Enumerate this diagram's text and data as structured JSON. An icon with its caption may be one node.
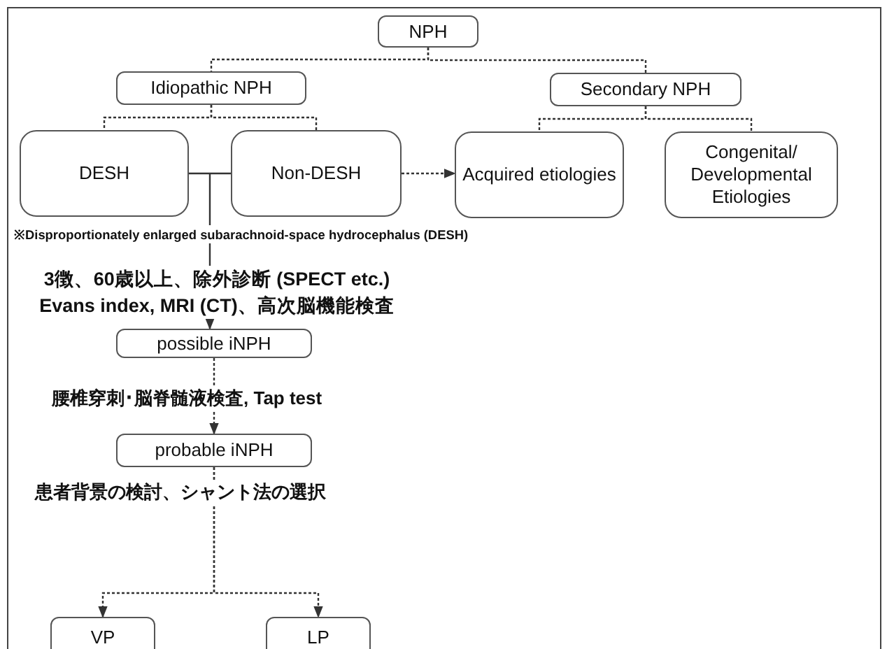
{
  "diagram": {
    "nodes": [
      {
        "text": [
          "NPH"
        ]
      },
      {
        "text": [
          "Idiopathic NPH"
        ]
      },
      {
        "text": [
          "Secondary NPH"
        ]
      },
      {
        "text": [
          "DESH"
        ]
      },
      {
        "text": [
          "Non-DESH"
        ]
      },
      {
        "text": [
          "Acquired etiologies"
        ]
      },
      {
        "text": [
          "Congenital/ Developmental Etiologies"
        ]
      },
      {
        "text": [
          "possible iNPH"
        ],
        "beside": [
          "腰椎穿刺･脳脊髄液検査, Tap test"
        ]
      },
      {
        "text": [
          "probable iNPH"
        ],
        "beside": [
          "患者背景の検討、シャント法の選択"
        ]
      },
      {
        "text": [
          "VP"
        ]
      },
      {
        "text": [
          "LP"
        ]
      }
    ],
    "edges": [
      {
        "from": 0,
        "to": 1,
        "arrow": "none",
        "style": "dashed"
      },
      {
        "from": 0,
        "to": 2,
        "arrow": "none",
        "style": "dashed"
      },
      {
        "from": 1,
        "to": 3,
        "arrow": "none",
        "style": "dashed"
      },
      {
        "from": 1,
        "to": 4,
        "arrow": "none",
        "style": "dashed"
      },
      {
        "from": 2,
        "to": 5,
        "arrow": "none",
        "style": "dashed"
      },
      {
        "from": 2,
        "to": 6,
        "arrow": "none",
        "style": "dashed"
      },
      {
        "from": 4,
        "to": 5,
        "arrow": "to",
        "style": "dashed"
      },
      {
        "from": 3,
        "to": 7,
        "arrow": "to",
        "label": "3徴、60歳以上、除外診断 (SPECT etc.) Evans index, MRI (CT)、高次脳機能検査"
      },
      {
        "from": 4,
        "to": 7,
        "arrow": "to"
      },
      {
        "from": 7,
        "to": 8,
        "arrow": "to",
        "style": "dashed"
      },
      {
        "from": 8,
        "to": 9,
        "arrow": "to",
        "style": "dashed"
      },
      {
        "from": 8,
        "to": 10,
        "arrow": "to",
        "style": "dashed"
      }
    ],
    "labels": [
      "※Disproportionately enlarged subarachnoid-space hydrocephalus (DESH)"
    ]
  }
}
